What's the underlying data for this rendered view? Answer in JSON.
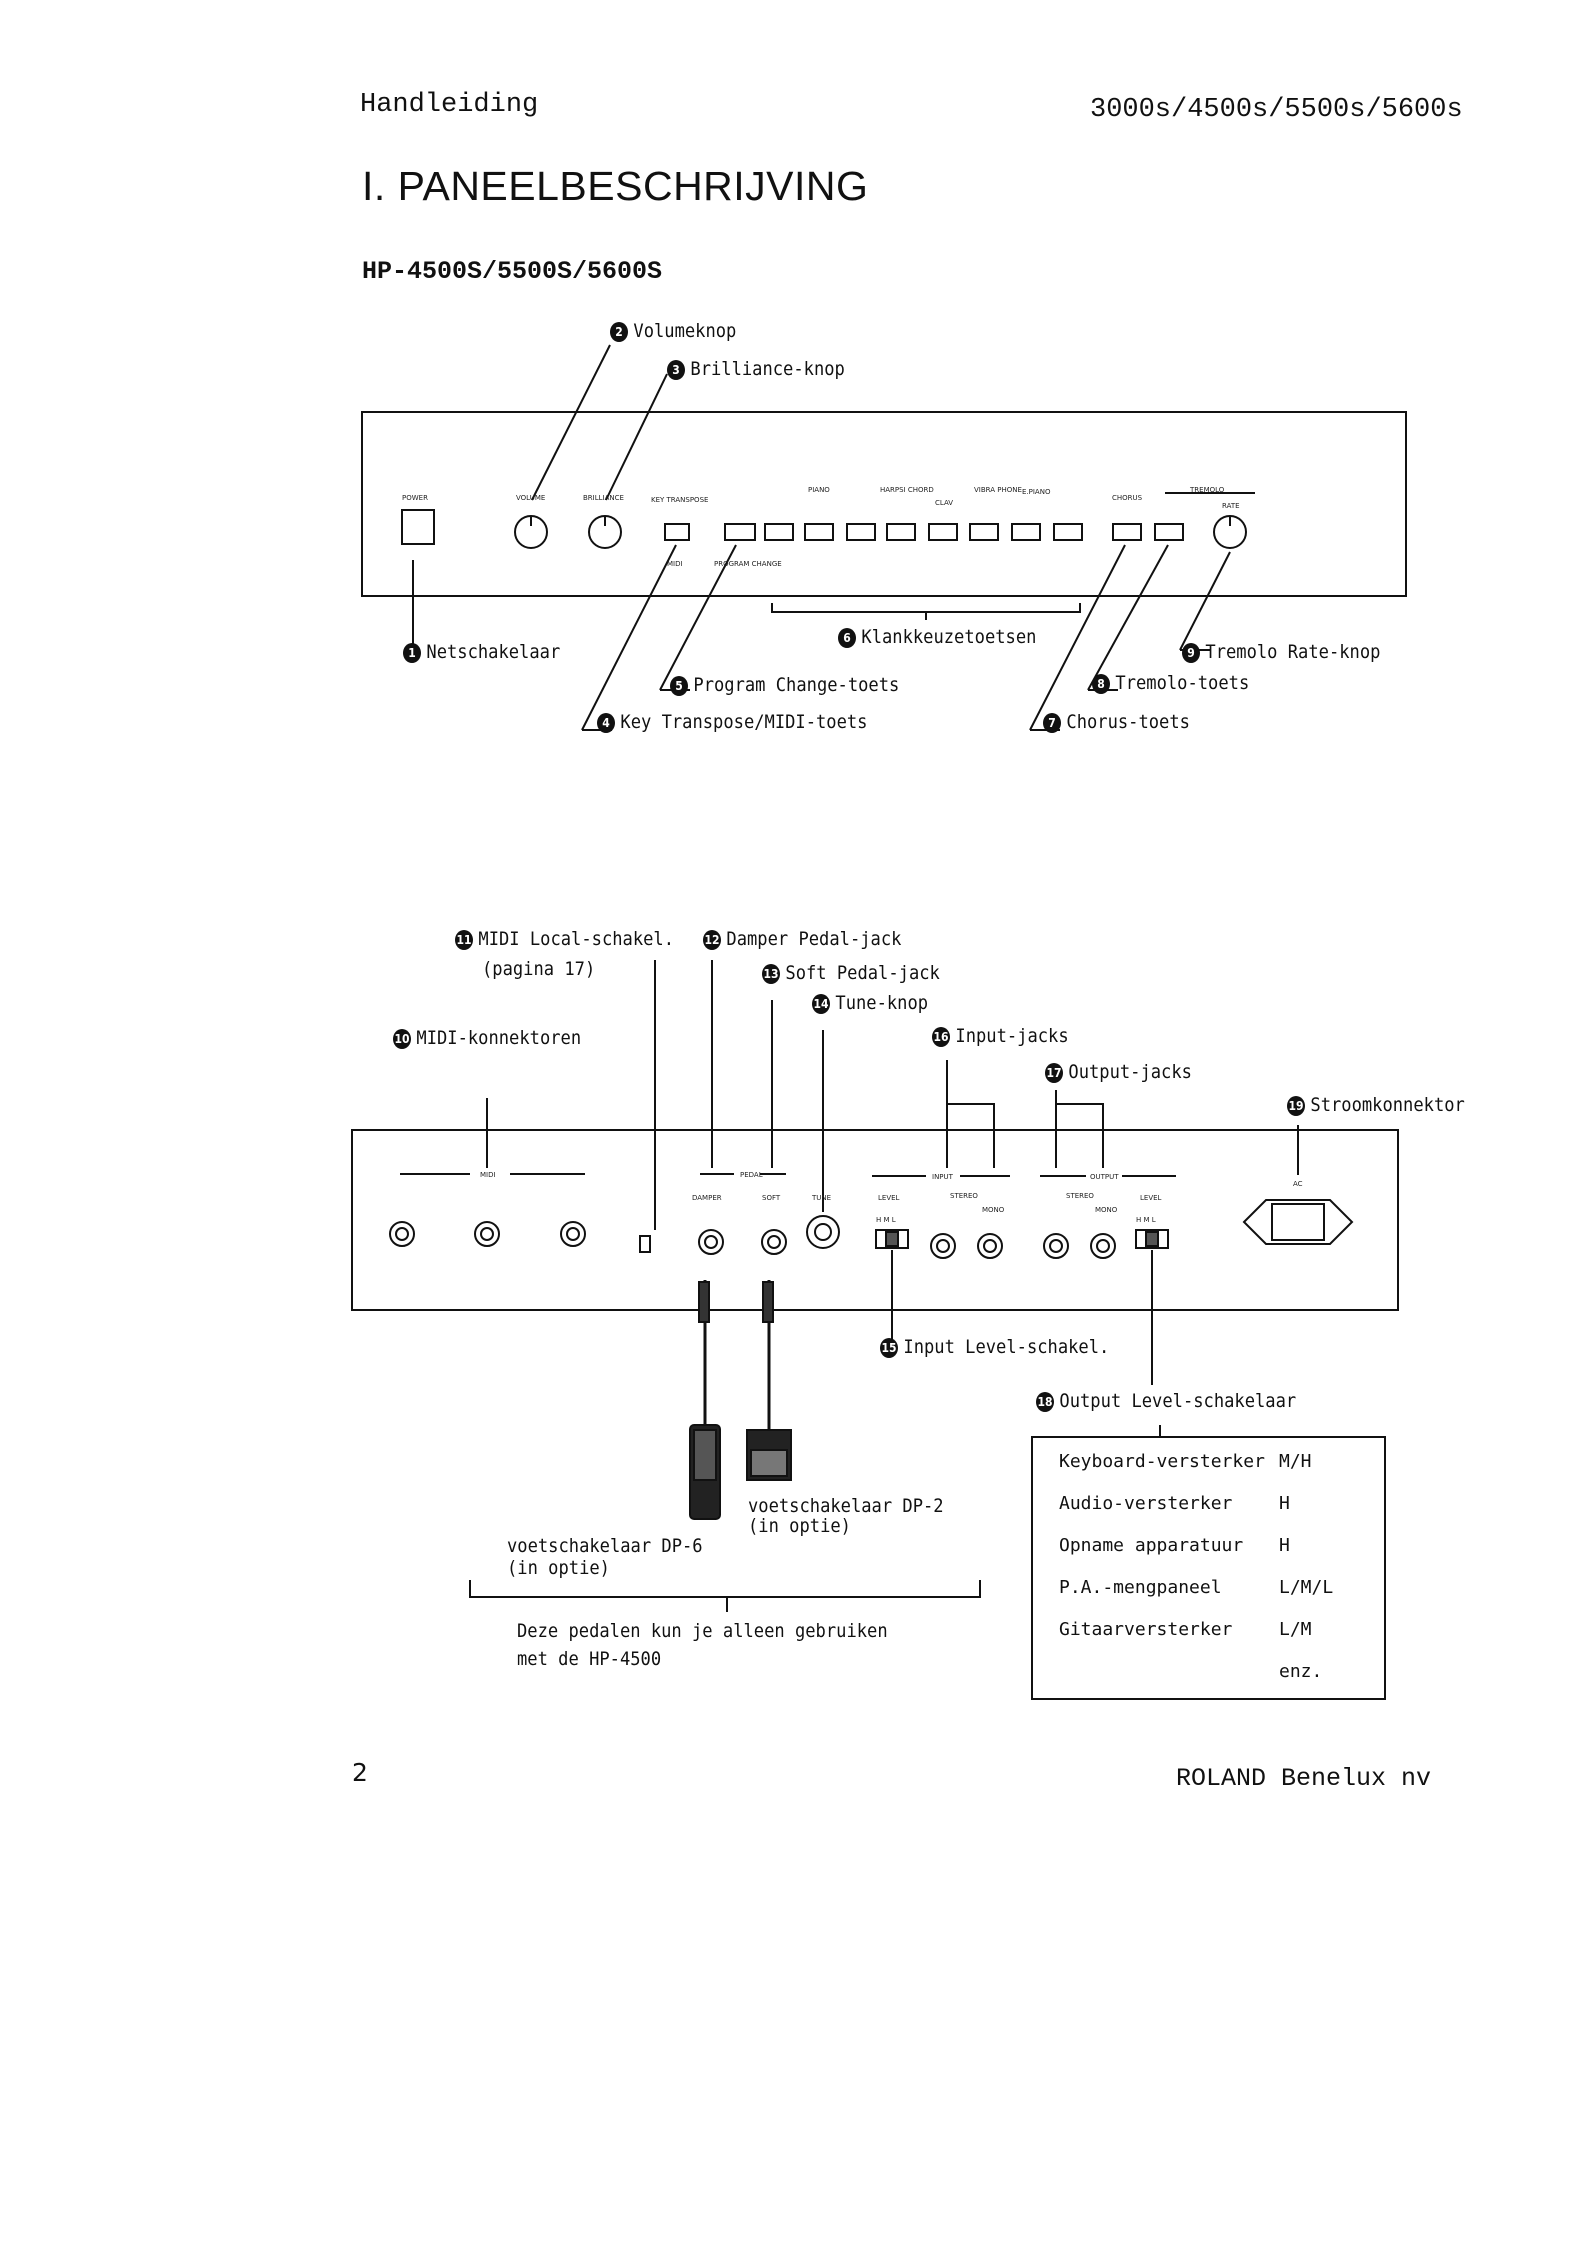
{
  "header": {
    "left": "Handleiding",
    "right": "3000s/4500s/5500s/5600s"
  },
  "title": "I. PANEELBESCHRIJVING",
  "subtitle": "HP-4500S/5500S/5600S",
  "front_panel": {
    "panel_text": {
      "power": "POWER",
      "volume": "VOLUME",
      "brilliance": "BRILLIANCE",
      "key_transpose": "KEY TRANSPOSE",
      "midi": "MIDI",
      "program_change": "PROGRAM CHANGE",
      "piano": "PIANO",
      "harpsichord": "HARPSI CHORD",
      "clav": "CLAV",
      "vibraphone": "VIBRA PHONE",
      "e_piano": "E.PIANO",
      "chorus": "CHORUS",
      "tremolo": "TREMOLO",
      "rate": "RATE"
    },
    "labels": {
      "n1": "Netschakelaar",
      "n2": "Volumeknop",
      "n3": "Brilliance-knop",
      "n4": "Key Transpose/MIDI-toets",
      "n5": "Program Change-toets",
      "n6": "Klankkeuzetoetsen",
      "n7": "Chorus-toets",
      "n8": "Tremolo-toets",
      "n9": "Tremolo Rate-knop"
    }
  },
  "rear_panel": {
    "panel_text": {
      "midi": "MIDI",
      "pedal": "PEDAL",
      "damper": "DAMPER",
      "soft": "SOFT",
      "tune": "TUNE",
      "input": "INPUT",
      "output": "OUTPUT",
      "level": "LEVEL",
      "stereo": "STEREO",
      "mono": "MONO",
      "ac": "AC",
      "hml": "H  M  L"
    },
    "labels": {
      "n10": "MIDI-konnektoren",
      "n11": "MIDI Local-schakel.",
      "n11_sub": "(pagina 17)",
      "n12": "Damper Pedal-jack",
      "n13": "Soft Pedal-jack",
      "n14": "Tune-knop",
      "n15": "Input Level-schakel.",
      "n16": "Input-jacks",
      "n17": "Output-jacks",
      "n18": "Output Level-schakelaar",
      "n19": "Stroomkonnektor"
    },
    "pedals": {
      "dp2": "voetschakelaar DP-2",
      "dp2_opt": "(in optie)",
      "dp6": "voetschakelaar DP-6",
      "dp6_opt": "(in optie)",
      "note_line1": "Deze pedalen kun je alleen gebruiken",
      "note_line2": "met de HP-4500"
    },
    "level_table": [
      {
        "device": "Keyboard-versterker",
        "level": "M/H"
      },
      {
        "device": "Audio-versterker",
        "level": "H"
      },
      {
        "device": "Opname apparatuur",
        "level": "H"
      },
      {
        "device": "P.A.-mengpaneel",
        "level": "L/M/L"
      },
      {
        "device": "Gitaarversterker",
        "level": "L/M"
      },
      {
        "device": "",
        "level": "enz."
      }
    ]
  },
  "footer": {
    "page": "2",
    "company": "ROLAND Benelux nv"
  }
}
